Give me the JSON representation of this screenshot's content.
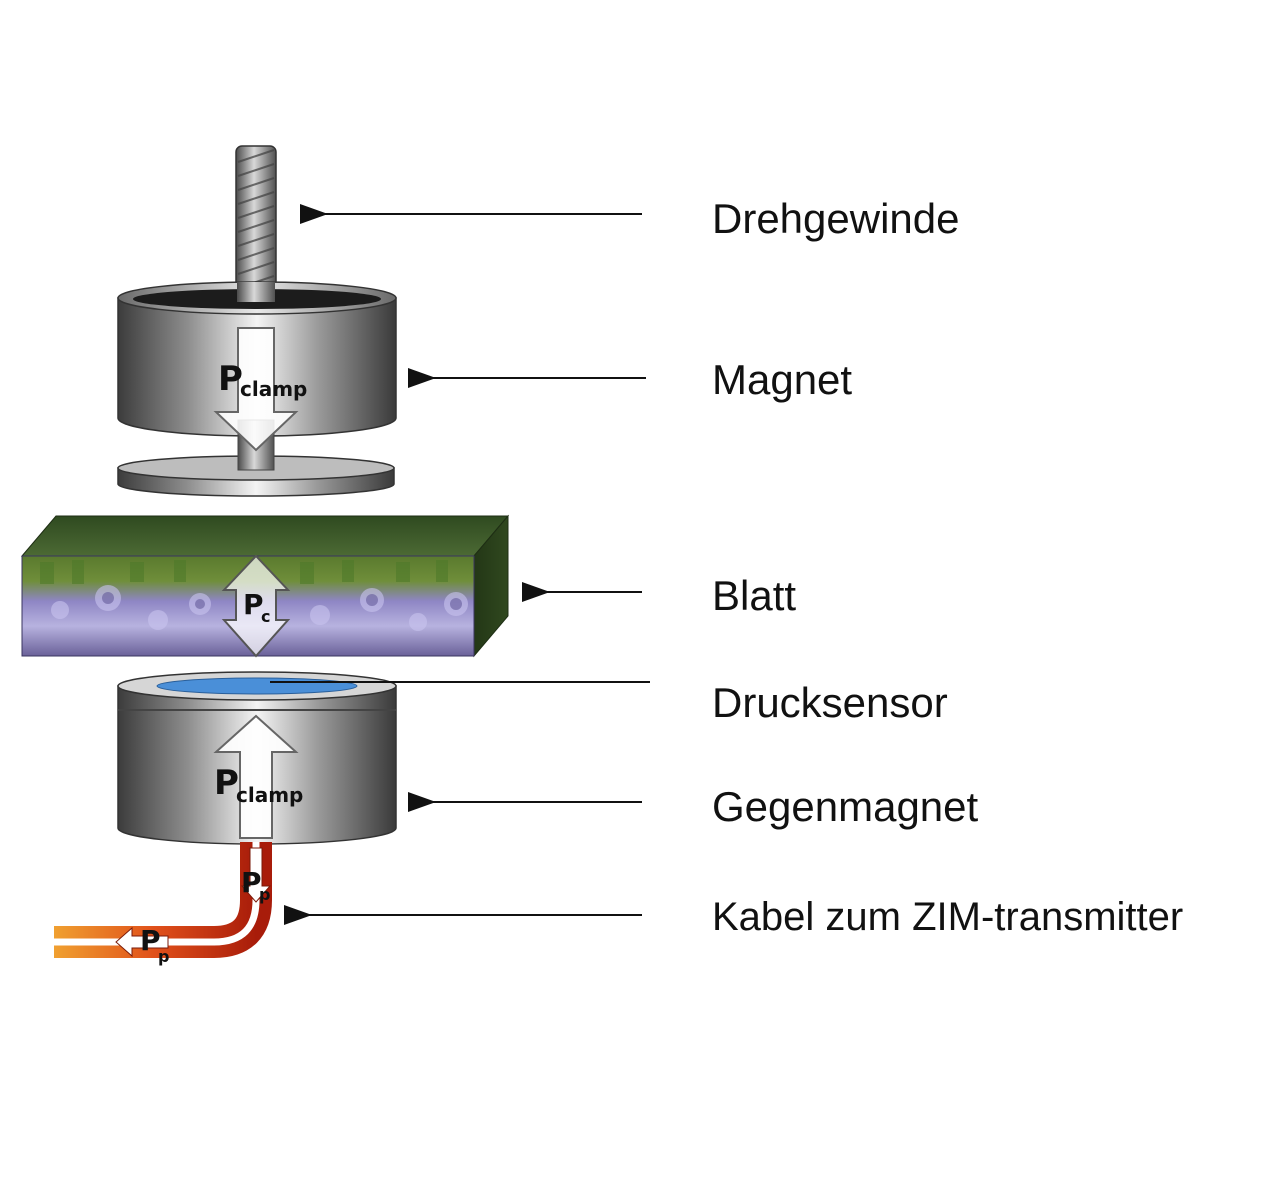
{
  "labels": {
    "drehgewinde": "Drehgewinde",
    "magnet": "Magnet",
    "blatt": "Blatt",
    "drucksensor": "Drucksensor",
    "gegenmagnet": "Gegenmagnet",
    "kabel": "Kabel zum ZIM-transmitter"
  },
  "symbols": {
    "p_letter": "P",
    "clamp_subscript": "clamp",
    "c_subscript": "c",
    "p_subscript": "p"
  },
  "colors": {
    "metal_dark": "#5a5a5a",
    "metal_light": "#f2f2f2",
    "leaf_green": "#3e5a2a",
    "leaf_purple": "#8f84c8",
    "cable_orange": "#e8601c",
    "cable_red": "#c0280c",
    "sensor_blue": "#4a8fd8"
  }
}
